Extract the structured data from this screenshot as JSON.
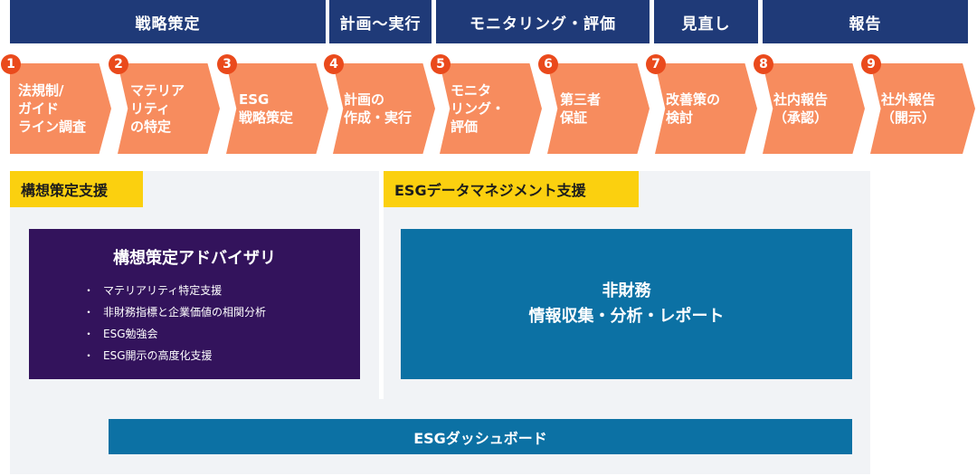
{
  "phases": [
    {
      "label": "戦略策定"
    },
    {
      "label": "計画〜実行"
    },
    {
      "label": "モニタリング・評価"
    },
    {
      "label": "見直し"
    },
    {
      "label": "報告"
    }
  ],
  "steps": [
    {
      "num": "1",
      "label": "法規制/\nガイド\nライン調査"
    },
    {
      "num": "2",
      "label": "マテリア\nリティ\nの特定"
    },
    {
      "num": "3",
      "label": "ESG\n戦略策定"
    },
    {
      "num": "4",
      "label": "計画の\n作成・実行"
    },
    {
      "num": "5",
      "label": "モニタ\nリング・\n評価"
    },
    {
      "num": "6",
      "label": "第三者\n保証"
    },
    {
      "num": "7",
      "label": "改善策の\n検討"
    },
    {
      "num": "8",
      "label": "社内報告\n（承認）"
    },
    {
      "num": "9",
      "label": "社外報告\n（開示）"
    }
  ],
  "sections": {
    "concept_tag": "構想策定支援",
    "data_tag": "ESGデータマネジメント支援"
  },
  "advisory": {
    "title": "構想策定アドバイザリ",
    "items": [
      "マテリアリティ特定支援",
      "非財務指標と企業価値の相関分析",
      "ESG勉強会",
      "ESG開示の高度化支援"
    ]
  },
  "datamgmt": {
    "line1": "非財務",
    "line2": "情報収集・分析・レポート"
  },
  "dashboard": {
    "label": "ESGダッシュボード"
  },
  "colors": {
    "header": "#1f3a78",
    "step": "#f78c5e",
    "step_number": "#ea4a1c",
    "tag": "#fbd00f",
    "advisory": "#33135c",
    "data": "#0c71a4",
    "panel": "#f1f3f6"
  }
}
